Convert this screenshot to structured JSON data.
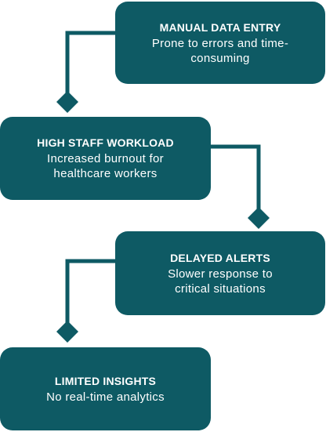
{
  "colors": {
    "node_fill": "#0e5a64",
    "connector": "#0e5a64",
    "text": "#ffffff"
  },
  "steps": [
    {
      "title": "MANUAL DATA ENTRY",
      "desc_line1": "Prone to errors and time-",
      "desc_line2": "consuming"
    },
    {
      "title": "HIGH STAFF WORKLOAD",
      "desc_line1": "Increased burnout for",
      "desc_line2": "healthcare workers"
    },
    {
      "title": "DELAYED ALERTS",
      "desc_line1": "Slower response to",
      "desc_line2": "critical situations"
    },
    {
      "title": "LIMITED INSIGHTS",
      "desc_line1": "No real-time analytics",
      "desc_line2": ""
    }
  ]
}
